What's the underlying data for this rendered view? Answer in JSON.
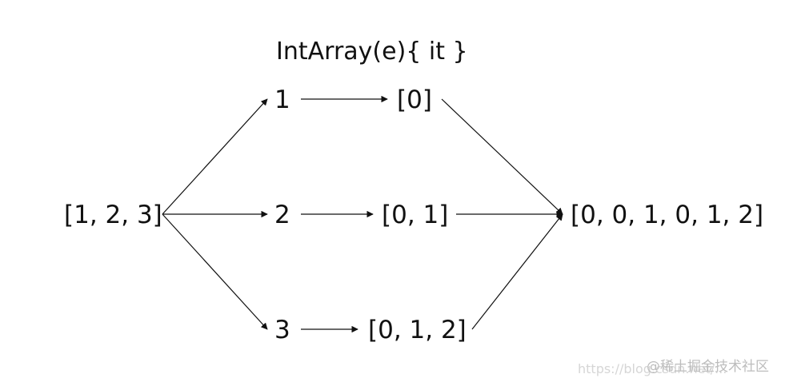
{
  "title": "IntArray(e){ it }",
  "nodes": {
    "source": "[1, 2, 3]",
    "e1": "1",
    "e2": "2",
    "e3": "3",
    "a1": "[0]",
    "a2": "[0, 1]",
    "a3": "[0, 1, 2]",
    "result": "[0, 0, 1, 0, 1, 2]"
  },
  "watermark": {
    "url": "https://blog.csdn.net/...",
    "site": "@稀土掘金技术社区"
  }
}
